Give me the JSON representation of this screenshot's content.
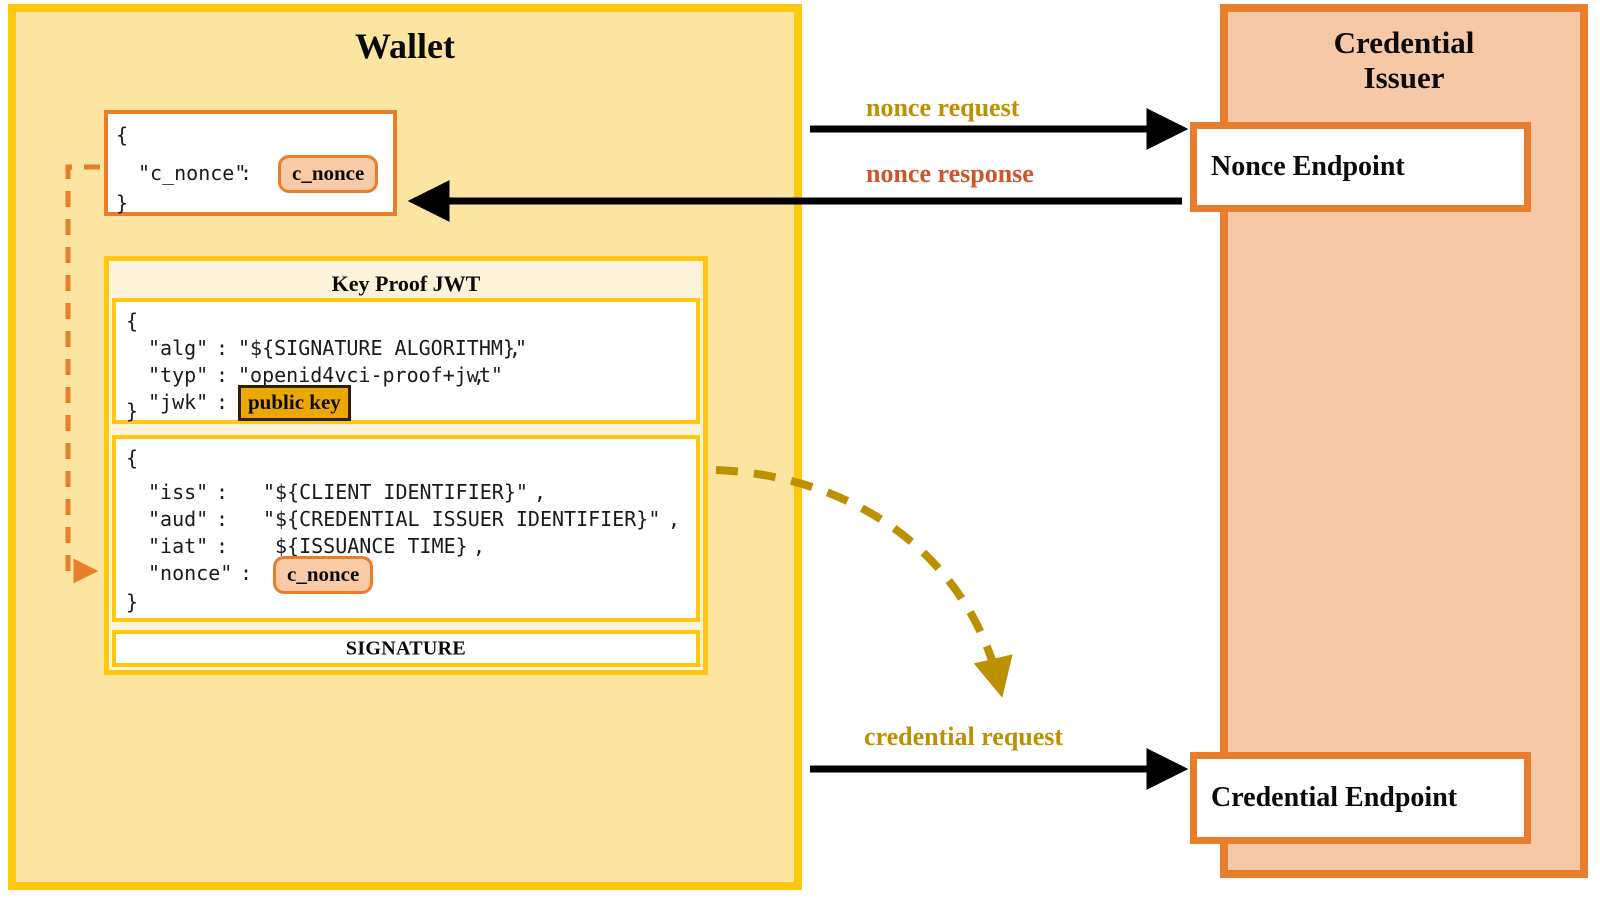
{
  "wallet": {
    "title": "Wallet",
    "nonce_response_json": {
      "open_brace": "{",
      "key": "\"c_nonce\"",
      "colon": ":",
      "value_chip": "c_nonce",
      "close_brace": "}"
    },
    "key_proof_jwt": {
      "title": "Key Proof JWT",
      "header": {
        "open_brace": "{",
        "lines": [
          {
            "key": "\"alg\"",
            "sep": ":",
            "value": "\"${SIGNATURE ALGORITHM}\"",
            "tail": ","
          },
          {
            "key": "\"typ\"",
            "sep": ":",
            "value": "\"openid4vci-proof+jwt\"",
            "tail": ","
          },
          {
            "key": "\"jwk\"",
            "sep": ":",
            "value_chip": "public key",
            "tail": ""
          }
        ],
        "close_brace": "}"
      },
      "payload": {
        "open_brace": "{",
        "lines": [
          {
            "key": "\"iss\"",
            "sep": ":",
            "value": "\"${CLIENT IDENTIFIER}\"",
            "tail": ","
          },
          {
            "key": "\"aud\"",
            "sep": ":",
            "value": "\"${CREDENTIAL ISSUER IDENTIFIER}\"",
            "tail": ","
          },
          {
            "key": "\"iat\"",
            "sep": ":",
            "value": "${ISSUANCE TIME}",
            "tail": ","
          },
          {
            "key": "\"nonce\"",
            "sep": ":",
            "value_chip": "c_nonce",
            "tail": ""
          }
        ],
        "close_brace": "}"
      },
      "signature_label": "SIGNATURE"
    }
  },
  "issuer": {
    "title": "Credential\nIssuer",
    "title_line1": "Credential",
    "title_line2": "Issuer",
    "endpoints": [
      {
        "label": "Nonce Endpoint"
      },
      {
        "label": "Credential Endpoint"
      }
    ]
  },
  "arrows": [
    {
      "label": "nonce request",
      "direction": "wallet-to-issuer",
      "color": "#bd9000"
    },
    {
      "label": "nonce response",
      "direction": "issuer-to-wallet",
      "color": "#cc5529"
    },
    {
      "label": "credential request",
      "direction": "wallet-to-issuer",
      "color": "#bd9000"
    }
  ],
  "colors": {
    "wallet_fill": "#fce5a0",
    "wallet_border": "#ffc710",
    "issuer_fill": "#f7c8a6",
    "issuer_border": "#e87d2c",
    "json_border": "#e87d2c",
    "chip_nonce_fill": "#f8cba6",
    "chip_key_fill": "#eaa800",
    "code_key": "#2f8fe0",
    "code_string": "#e06a2b",
    "dashed_gold": "#bd9000",
    "dashed_orange": "#e87d2c",
    "arrow_black": "#000000"
  }
}
